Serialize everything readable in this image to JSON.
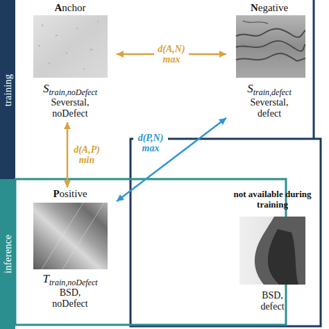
{
  "diagram": {
    "nodes": [
      {
        "text": [
          "Anchor",
          "S",
          "train,noDefect",
          "Severstal, noDefect"
        ]
      },
      {
        "text": [
          "Negative",
          "S",
          "train,defect",
          "Severstal, defect"
        ]
      },
      {
        "text": [
          "Positive",
          "T",
          "train,noDefect",
          "BSD, noDefect"
        ]
      },
      {
        "text": [
          "not available during training",
          "BSD, defect"
        ]
      }
    ],
    "edges": [
      {
        "from": 0,
        "to": 1,
        "label": "d(A,N) max",
        "arrow": "both"
      },
      {
        "from": 0,
        "to": 2,
        "label": "d(A,P) min",
        "arrow": "both"
      },
      {
        "from": 2,
        "to": 1,
        "label": "d(P,N) max",
        "arrow": "both"
      }
    ],
    "labels": [
      "training",
      "inference"
    ]
  }
}
